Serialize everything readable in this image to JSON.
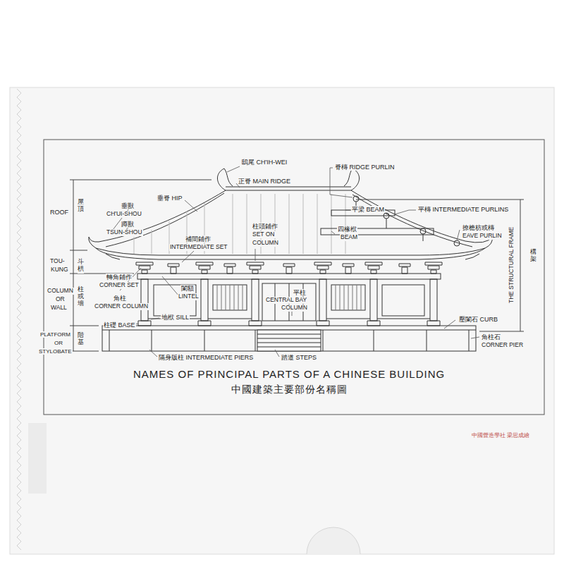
{
  "diagram": {
    "title": "NAMES OF PRINCIPAL PARTS OF A CHINESE BUILDING",
    "caption": "中國建築主要部份名稱圖",
    "labels": [
      "鴟尾 CH'IH-WEI",
      "正脊 MAIN RIDGE",
      "垂脊 HIP",
      "脊槫 RIDGE PURLIN",
      "ROOF",
      "屋頂",
      "垂獸",
      "CH'UI-SHOU",
      "蹲獸",
      "TSUN-SHOU",
      "補間鋪作",
      "INTERMEDIATE SET",
      "柱頭鋪作",
      "SET ON",
      "COLUMN",
      "平梁 BEAM",
      "四椽栿",
      "BEAM",
      "平槫 INTERMEDIATE PURLINS",
      "撩檐枋或槫",
      "EAVE PURLIN",
      "THE STRUCTURAL FRAME",
      "構架",
      "TOU-",
      "KUNG",
      "斗栱",
      "轉角鋪作",
      "CORNER SET",
      "COLUMN",
      "OR",
      "WALL",
      "柱或墻",
      "闌額",
      "LINTEL",
      "角柱",
      "CORNER COLUMN",
      "平柱",
      "CENTRAL BAY",
      "COLUMN",
      "地栿 SILL",
      "柱礎 BASE",
      "壓闌石 CURB",
      "角柱石",
      "CORNER PIER",
      "PLATFORM",
      "OR",
      "STYLOBATE",
      "階基",
      "隔身版柱 INTERMEDIATE PIERS",
      "踏道 STEPS",
      "中國營造學社 梁思成繪"
    ]
  }
}
